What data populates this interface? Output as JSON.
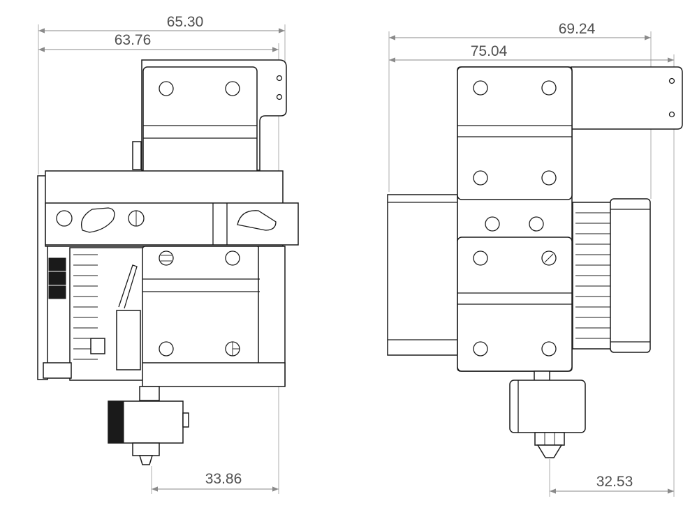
{
  "views": {
    "side": {
      "dimensions": {
        "overall_width": "65.30",
        "body_width": "63.76",
        "nozzle_offset": "33.86"
      }
    },
    "front": {
      "dimensions": {
        "overall_width": "69.24",
        "body_width": "75.04",
        "nozzle_offset": "32.53"
      }
    }
  },
  "colors": {
    "outline": "#1a1a1a",
    "dimension": "#8a8a8a",
    "dimension_text": "#505050",
    "background": "#ffffff"
  }
}
